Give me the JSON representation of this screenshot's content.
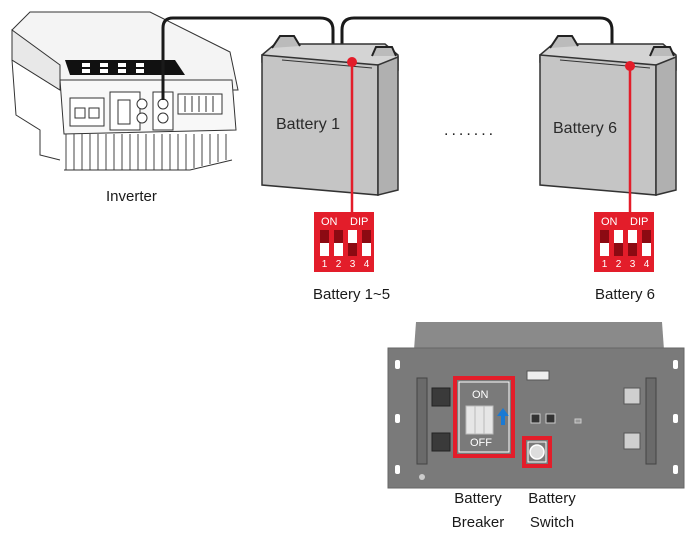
{
  "diagram": {
    "inverter": {
      "label": "Inverter"
    },
    "batteries": [
      {
        "label": "Battery 1"
      },
      {
        "label": "Battery 6"
      }
    ],
    "ellipsis": ".......",
    "dip_switches": [
      {
        "caption": "Battery 1~5",
        "header_on": "ON",
        "header_dip": "DIP",
        "switches": [
          {
            "number": "1",
            "state": "off"
          },
          {
            "number": "2",
            "state": "off"
          },
          {
            "number": "3",
            "state": "on"
          },
          {
            "number": "4",
            "state": "off"
          }
        ]
      },
      {
        "caption": "Battery 6",
        "header_on": "ON",
        "header_dip": "DIP",
        "switches": [
          {
            "number": "1",
            "state": "off"
          },
          {
            "number": "2",
            "state": "on"
          },
          {
            "number": "3",
            "state": "on"
          },
          {
            "number": "4",
            "state": "off"
          }
        ]
      }
    ],
    "battery_panel": {
      "breaker_on_label": "ON",
      "breaker_off_label": "OFF",
      "breaker_caption_line1": "Battery",
      "breaker_caption_line2": "Breaker",
      "switch_caption_line1": "Battery",
      "switch_caption_line2": "Switch"
    },
    "colors": {
      "highlight": "#e31d2a",
      "cable": "#1a1a1a",
      "signal_cable": "#e31d2a",
      "battery_body": "#c8c8c8",
      "panel_body": "#7a7a7a",
      "arrow": "#1a7ad4"
    }
  }
}
